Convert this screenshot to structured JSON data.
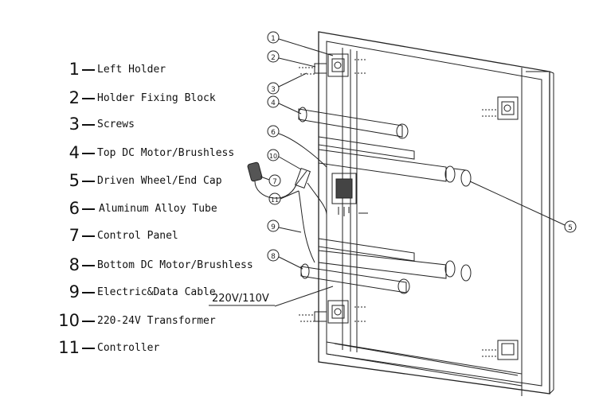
{
  "legend": [
    {
      "number": "1",
      "label": "Left Holder"
    },
    {
      "number": "2",
      "label": "Holder Fixing Block"
    },
    {
      "number": "3",
      "label": "Screws"
    },
    {
      "number": "4",
      "label": "Top DC Motor/Brushless"
    },
    {
      "number": "5",
      "label": "Driven Wheel/End Cap"
    },
    {
      "number": "6",
      "label": "Aluminum Alloy Tube"
    },
    {
      "number": "7",
      "label": "Control Panel"
    },
    {
      "number": "8",
      "label": "Bottom DC Motor/Brushless"
    },
    {
      "number": "9",
      "label": "Electric&Data Cable"
    },
    {
      "number": "10",
      "label": "220-24V Transformer"
    },
    {
      "number": "11",
      "label": "Controller"
    }
  ],
  "power_label": "220V/110V",
  "callouts": [
    "1",
    "2",
    "3",
    "4",
    "5",
    "6",
    "7",
    "8",
    "9",
    "10",
    "11"
  ]
}
